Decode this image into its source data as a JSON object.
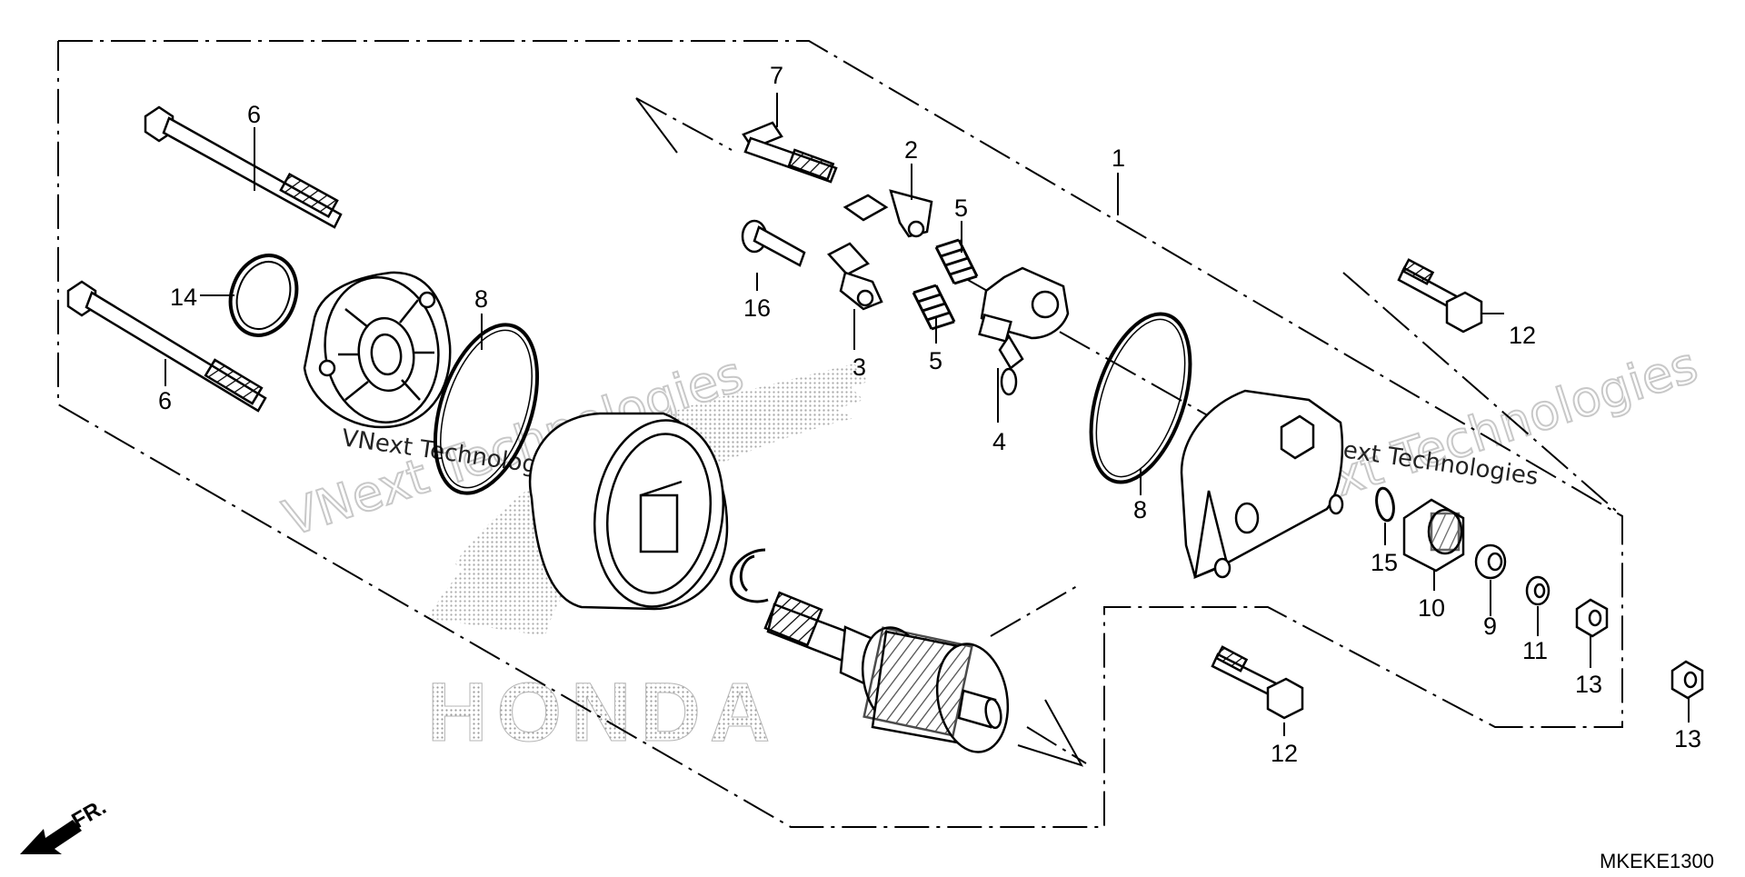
{
  "diagram_code": "MKEKE1300",
  "front_marker": "FR.",
  "logo_text": "HONDA",
  "watermarks": [
    "VNext Technologies",
    "VNext Technologies",
    "VNext Technologies",
    "VNext Technologies"
  ],
  "callouts": {
    "p1": "1",
    "p2": "2",
    "p3": "3",
    "p4": "4",
    "p5a": "5",
    "p5b": "5",
    "p6a": "6",
    "p6b": "6",
    "p7": "7",
    "p8a": "8",
    "p8b": "8",
    "p9": "9",
    "p10": "10",
    "p11": "11",
    "p12a": "12",
    "p12b": "12",
    "p13a": "13",
    "p13b": "13",
    "p14": "14",
    "p15": "15",
    "p16": "16"
  },
  "colors": {
    "line": "#000000",
    "logo_dots": "#9a9a9a",
    "watermark": "#c8c8c8",
    "background": "#ffffff"
  }
}
